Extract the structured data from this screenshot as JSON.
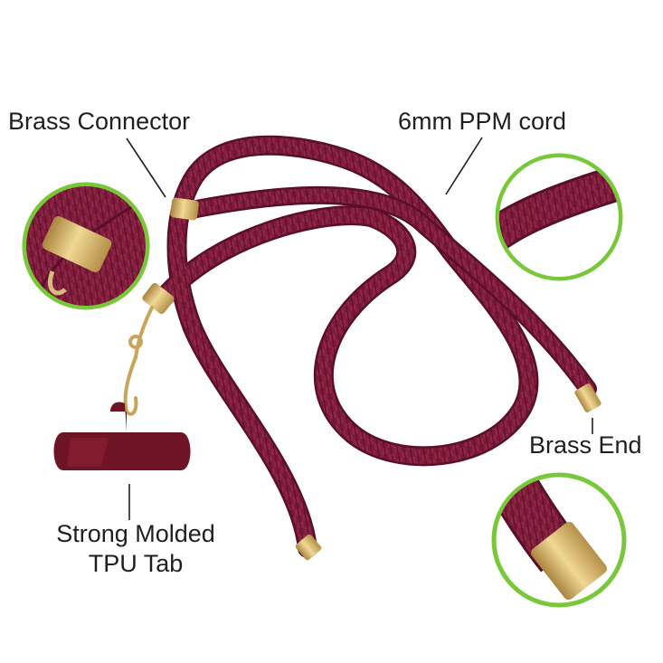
{
  "colors": {
    "cord": "#7c1a3a",
    "cord_dark": "#5a0f28",
    "cord_light": "#9c3458",
    "brass": "#d9b870",
    "brass_dark": "#a9843f",
    "tab": "#6e1424",
    "badge_ring": "#78c83a",
    "text": "#1f1f1f"
  },
  "labels": {
    "brass_connector": "Brass Connector",
    "cord": "6mm PPM cord",
    "brass_end": "Brass End",
    "tab_line1": "Strong Molded",
    "tab_line2": "TPU Tab"
  },
  "icons": {
    "cord": "crossbody-lanyard-cord",
    "connector": "brass-ring-connector",
    "clip": "lobster-clasp",
    "tab": "phone-tpu-tab",
    "detail_badges": [
      "connector-closeup",
      "cord-weave-closeup",
      "brass-end-closeup"
    ]
  }
}
